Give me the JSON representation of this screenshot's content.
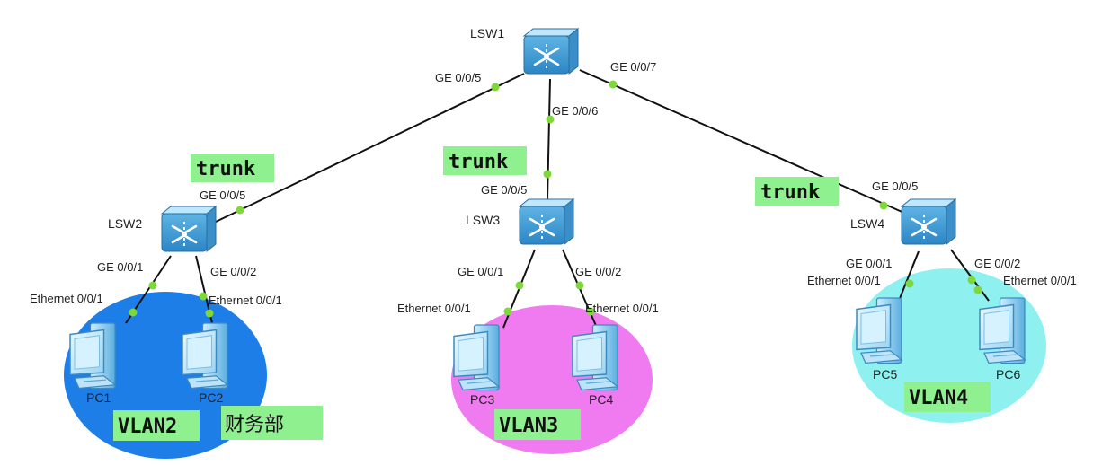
{
  "colors": {
    "vlan2": "#1e7ee8",
    "vlan3": "#f07af0",
    "vlan4": "#8ff0f0",
    "badge": "#8ef08e",
    "link": "#111111",
    "port_dot": "#7fd83a"
  },
  "switches": {
    "lsw1": {
      "name": "LSW1",
      "icon": "switch-icon"
    },
    "lsw2": {
      "name": "LSW2",
      "icon": "switch-icon"
    },
    "lsw3": {
      "name": "LSW3",
      "icon": "switch-icon"
    },
    "lsw4": {
      "name": "LSW4",
      "icon": "switch-icon"
    }
  },
  "pcs": {
    "pc1": {
      "name": "PC1",
      "icon": "pc-icon"
    },
    "pc2": {
      "name": "PC2",
      "icon": "pc-icon"
    },
    "pc3": {
      "name": "PC3",
      "icon": "pc-icon"
    },
    "pc4": {
      "name": "PC4",
      "icon": "pc-icon"
    },
    "pc5": {
      "name": "PC5",
      "icon": "pc-icon"
    },
    "pc6": {
      "name": "PC6",
      "icon": "pc-icon"
    }
  },
  "ports": {
    "lsw1_to_lsw2": "GE 0/0/5",
    "lsw1_to_lsw3": "GE 0/0/6",
    "lsw1_to_lsw4": "GE 0/0/7",
    "lsw2_up": "GE 0/0/5",
    "lsw3_up": "GE 0/0/5",
    "lsw4_up": "GE 0/0/5",
    "lsw2_to_pc1": "GE 0/0/1",
    "lsw2_to_pc2": "GE 0/0/2",
    "lsw3_to_pc3": "GE 0/0/1",
    "lsw3_to_pc4": "GE 0/0/2",
    "lsw4_to_pc5": "GE 0/0/1",
    "lsw4_to_pc6": "GE 0/0/2",
    "pc1_eth": "Ethernet 0/0/1",
    "pc2_eth": "Ethernet 0/0/1",
    "pc3_eth": "Ethernet 0/0/1",
    "pc4_eth": "Ethernet 0/0/1",
    "pc5_eth": "Ethernet 0/0/1",
    "pc6_eth": "Ethernet 0/0/1"
  },
  "badges": {
    "trunk_left": "trunk",
    "trunk_mid": "trunk",
    "trunk_right": "trunk",
    "vlan2": "VLAN2",
    "vlan3": "VLAN3",
    "vlan4": "VLAN4",
    "finance_dept": "财务部"
  }
}
